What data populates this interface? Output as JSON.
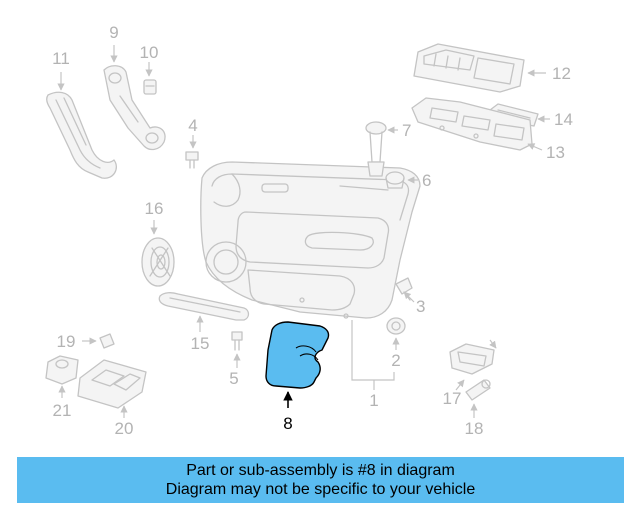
{
  "diagram": {
    "callouts": [
      "1",
      "2",
      "3",
      "4",
      "5",
      "6",
      "7",
      "8",
      "9",
      "10",
      "11",
      "12",
      "13",
      "14",
      "15",
      "16",
      "17",
      "18",
      "19",
      "20",
      "21"
    ],
    "highlighted_part": "8",
    "highlight_color": "#5abcf0"
  },
  "banner": {
    "line1": "Part or sub-assembly is #8 in diagram",
    "line2": "Diagram may not be specific to your vehicle",
    "background": "#5abcf0"
  }
}
